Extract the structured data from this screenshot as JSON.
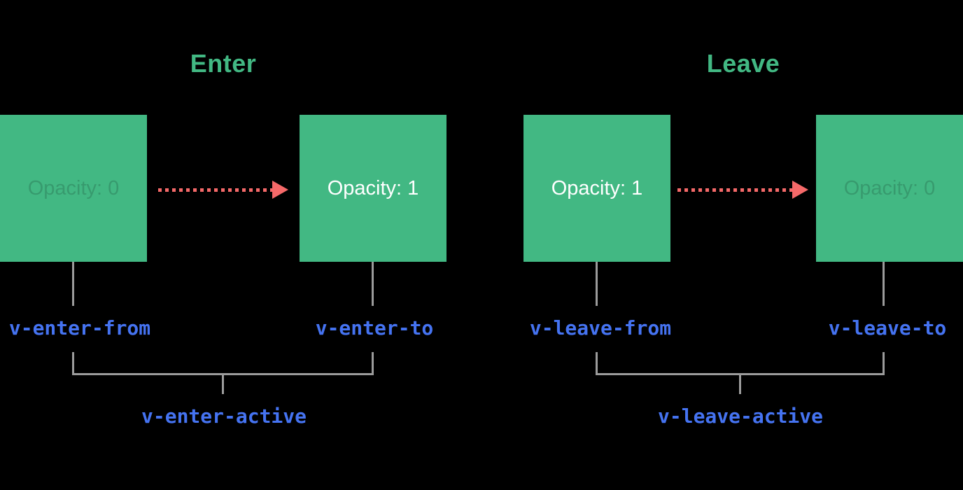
{
  "diagram_title": "Vue transition classes timeline",
  "colors": {
    "background": "#000000",
    "box_green": "#42b883",
    "heading_green": "#42b883",
    "arrow_red": "#f56969",
    "class_blue": "#4573f1",
    "connector_gray": "#9b9b9b",
    "box_text_white": "#ffffff"
  },
  "enter": {
    "heading": "Enter",
    "boxes": {
      "from": {
        "label": "Opacity: 0",
        "state": "faded"
      },
      "to": {
        "label": "Opacity: 1",
        "state": "visible"
      }
    },
    "arrow": "dashed-right",
    "classes": {
      "from": "v-enter-from",
      "to": "v-enter-to",
      "active": "v-enter-active"
    }
  },
  "leave": {
    "heading": "Leave",
    "boxes": {
      "from": {
        "label": "Opacity: 1",
        "state": "visible"
      },
      "to": {
        "label": "Opacity: 0",
        "state": "faded"
      }
    },
    "arrow": "dashed-right",
    "classes": {
      "from": "v-leave-from",
      "to": "v-leave-to",
      "active": "v-leave-active"
    }
  }
}
